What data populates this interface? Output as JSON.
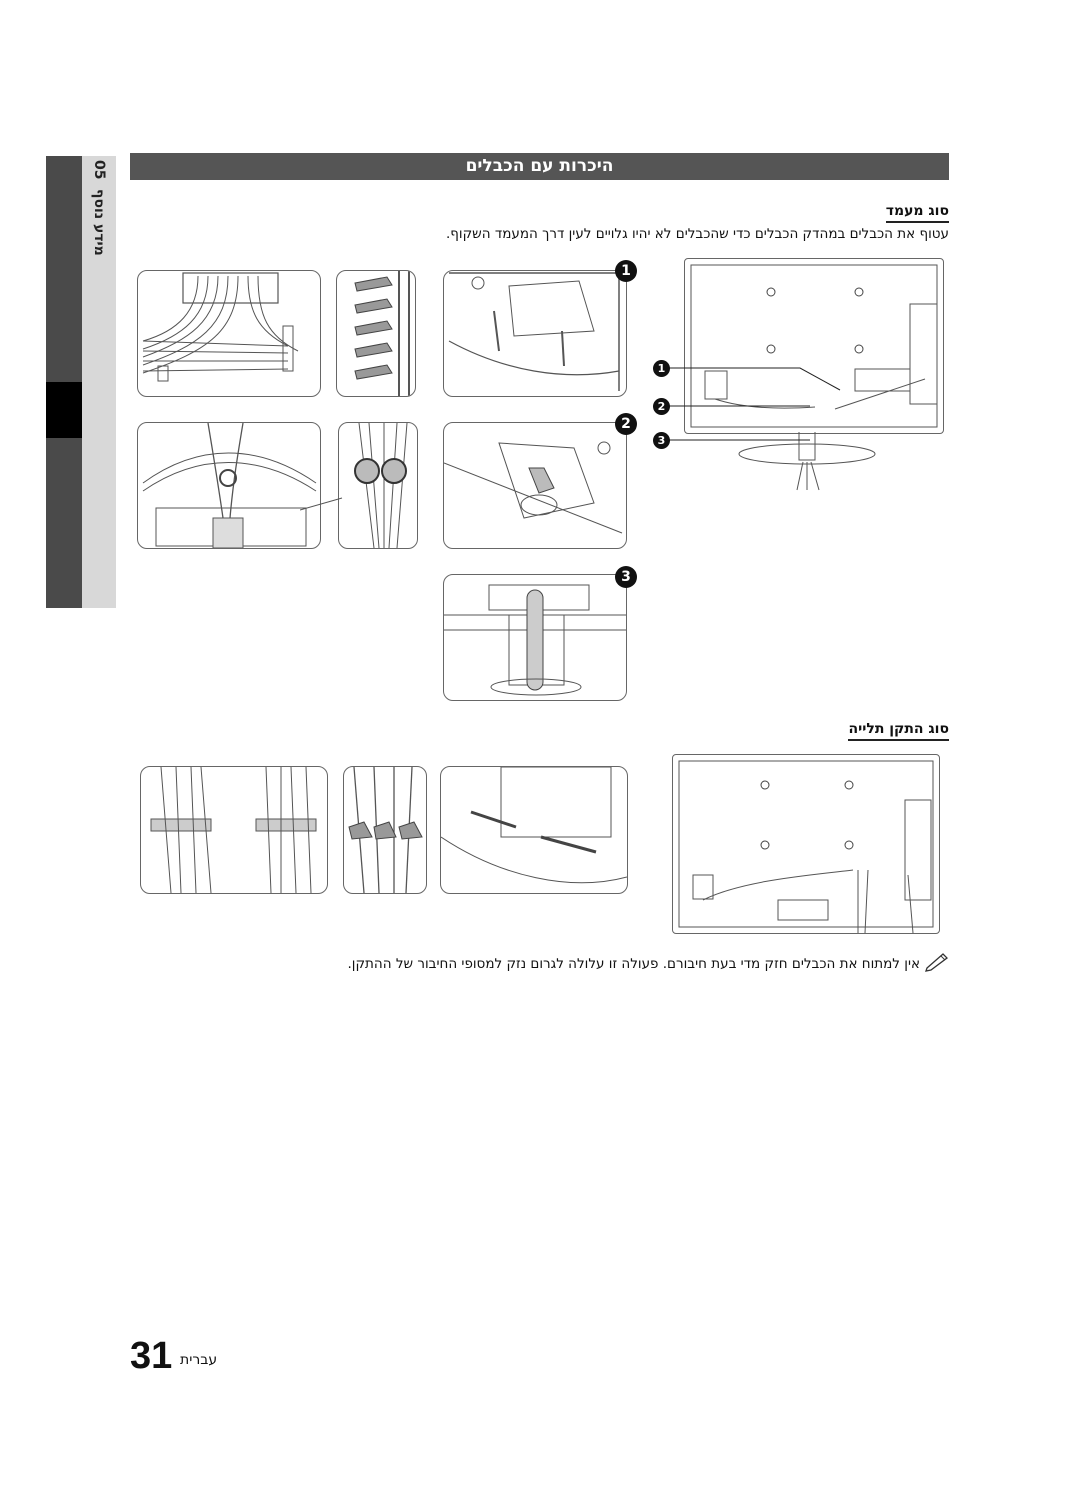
{
  "side_tab": {
    "number": "05",
    "label": "מידע נוסף"
  },
  "header": {
    "title": "היכרות עם הכבלים"
  },
  "section_stand": {
    "heading": "סוג מעמד",
    "instruction": "עטוף את הכבלים במהדק הכבלים כדי שהכבלים לא יהיו גלויים לעין דרך המעמד השקוף."
  },
  "section_wall": {
    "heading": "סוג התקן תלייה"
  },
  "callouts": [
    "1",
    "2",
    "3"
  ],
  "note": {
    "icon": "pencil-note-icon",
    "text": "אין למתוח את הכבלים חזק מדי בעת חיבורם. פעולה זו עלולה לגרום נזק למסופי החיבור של ההתקן."
  },
  "footer": {
    "page_number": "31",
    "page_word": "עברית"
  }
}
